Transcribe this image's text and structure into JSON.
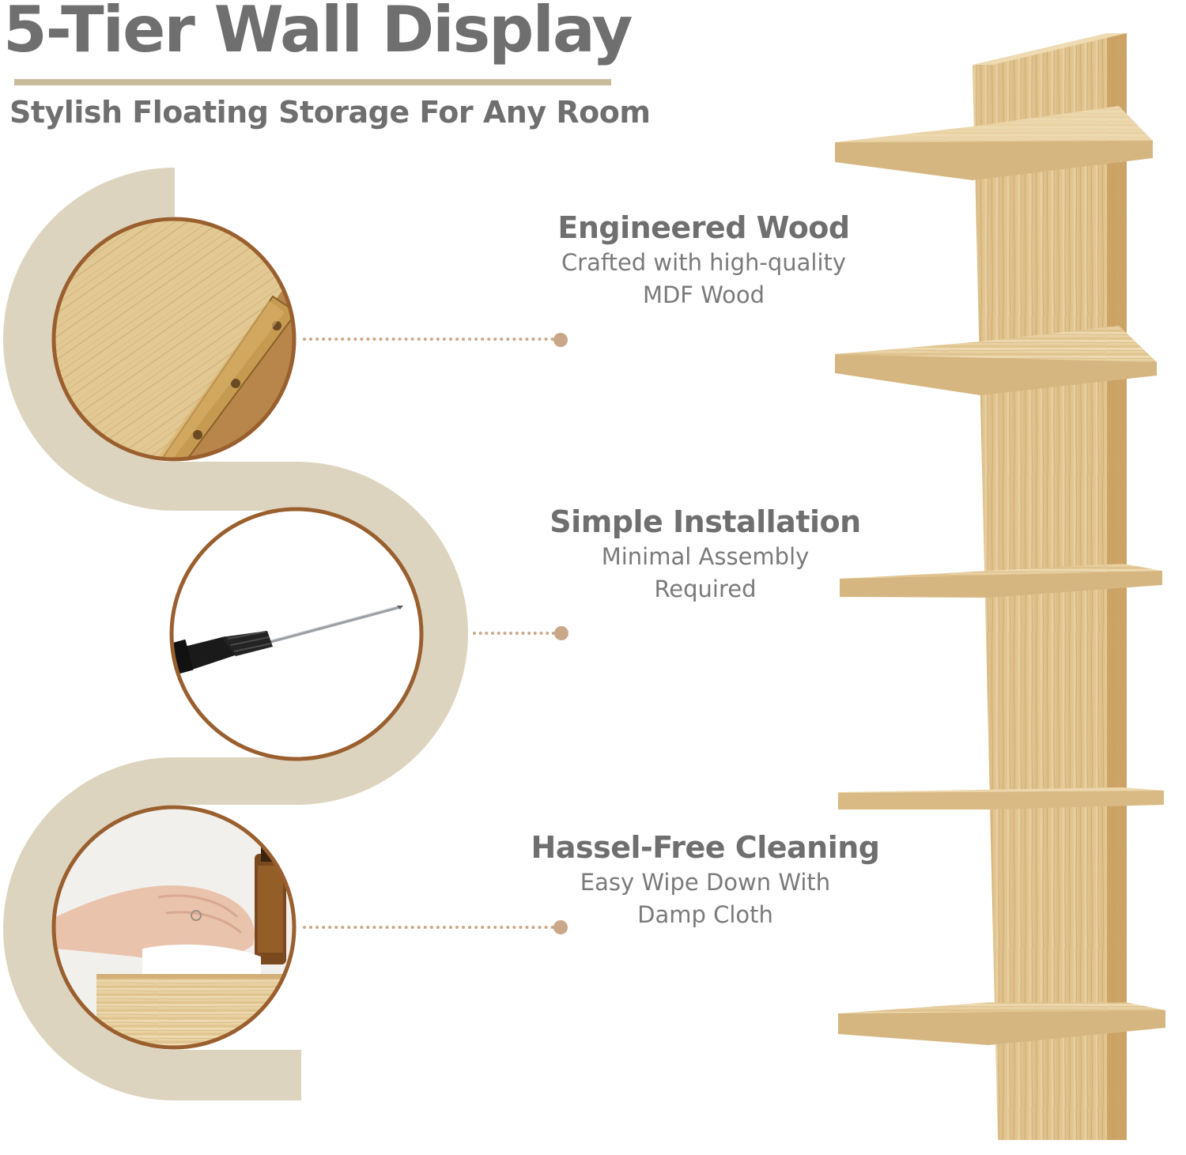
{
  "header": {
    "title": "5-Tier Wall Display",
    "subtitle": "Stylish Floating Storage For Any Room"
  },
  "features": [
    {
      "heading": "Engineered Wood",
      "line1": "Crafted with high-quality",
      "line2": "MDF Wood",
      "icon": "wood-grain-closeup"
    },
    {
      "heading": "Simple Installation",
      "line1": "Minimal Assembly",
      "line2": "Required",
      "icon": "screwdriver"
    },
    {
      "heading": "Hassel-Free Cleaning",
      "line1": "Easy Wipe Down With",
      "line2": "Damp Cloth",
      "icon": "hand-wiping-shelf"
    }
  ],
  "product": {
    "name": "5-tier wall shelf",
    "shelf_count": 5,
    "finish": "light oak"
  },
  "colors": {
    "title_text": "#6f6f6f",
    "accent_beige": "#ddd4bf",
    "circle_border": "#9a5f2e",
    "leader_dots": "#c9a88a",
    "wood_light": "#e7cfa2",
    "wood_dark": "#c9a56f"
  }
}
